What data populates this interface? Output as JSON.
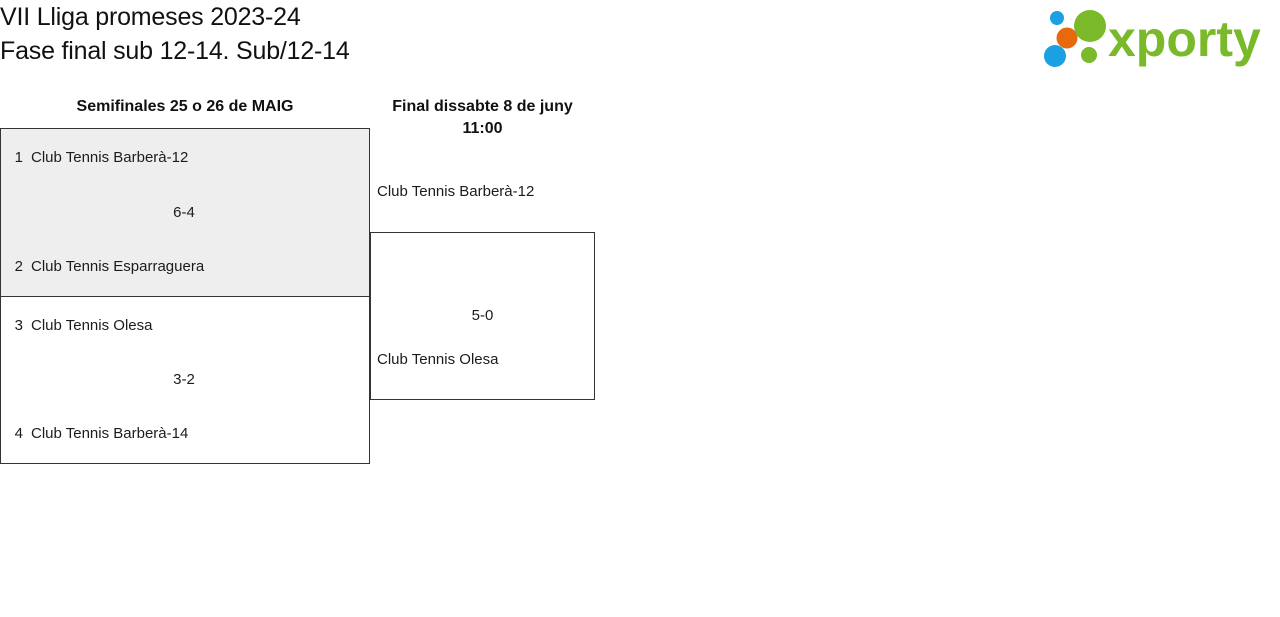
{
  "header": {
    "title": "VII Lliga promeses 2023-24\nFase final sub 12-14. Sub/12-14",
    "logo_text": "xporty",
    "logo_colors": {
      "green": "#7ab929",
      "orange": "#e8690b",
      "blue": "#1ba0e2"
    }
  },
  "rounds": [
    {
      "id": "semifinals",
      "label": "Semifinales 25 o 26 de MAIG"
    },
    {
      "id": "final",
      "label": "Final dissabte 8 de juny\n11:00"
    }
  ],
  "matches": {
    "semifinal_1": {
      "shaded": true,
      "top": {
        "seed": "1",
        "team": "Club Tennis Barberà-12"
      },
      "bottom": {
        "seed": "2",
        "team": "Club Tennis Esparraguera"
      },
      "score": "6-4"
    },
    "semifinal_2": {
      "shaded": false,
      "top": {
        "seed": "3",
        "team": "Club Tennis Olesa"
      },
      "bottom": {
        "seed": "4",
        "team": "Club Tennis Barberà-14"
      },
      "score": "3-2"
    },
    "final": {
      "shaded": false,
      "top": {
        "seed": "",
        "team": "Club Tennis Barberà-12"
      },
      "bottom": {
        "seed": "",
        "team": "Club Tennis Olesa"
      },
      "score": "5-0"
    }
  },
  "colors": {
    "box_border": "#333333",
    "box_shaded_bg": "#eeeeee",
    "box_plain_bg": "#ffffff",
    "text": "#1c1c1c"
  }
}
